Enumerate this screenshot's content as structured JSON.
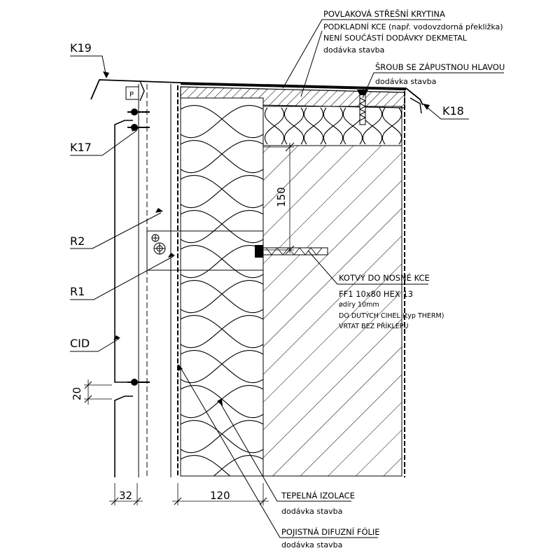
{
  "labels": {
    "membrane": "POVLAKOVÁ STŘEŠNÍ KRYTINA",
    "substructure_1": "PODKLADNÍ KCE (např. vodovzdorná překližka)",
    "substructure_2": "NENÍ SOUČÁSTÍ DODÁVKY DEKMETAL",
    "substructure_3": "dodávka stavba",
    "screw": "ŠROUB SE ZÁPUSTNOU HLAVOU",
    "screw_supply": "dodávka stavba",
    "anchors_title": "KOTVY DO NOSNÉ KCE",
    "anchors_1": "FF1 10x80 HEX 13",
    "anchors_2": "ødíry 10mm",
    "anchors_3": "DO DUTÝCH CIHEL (typ THERM)",
    "anchors_4": "VRTAT BEZ PŘÍKLEPU",
    "insulation": "TEPELNÁ IZOLACE",
    "insulation_supply": "dodávka stavba",
    "foil": "POJISTNÁ DIFUZNÍ FÓLIE",
    "foil_supply": "dodávka stavba",
    "k19": "K19",
    "k18": "K18",
    "k17": "K17",
    "r2": "R2",
    "r1": "R1",
    "cid": "CID",
    "p": "P"
  },
  "dimensions": {
    "d150": "150",
    "d20": "20",
    "d32": "32",
    "d120": "120"
  }
}
